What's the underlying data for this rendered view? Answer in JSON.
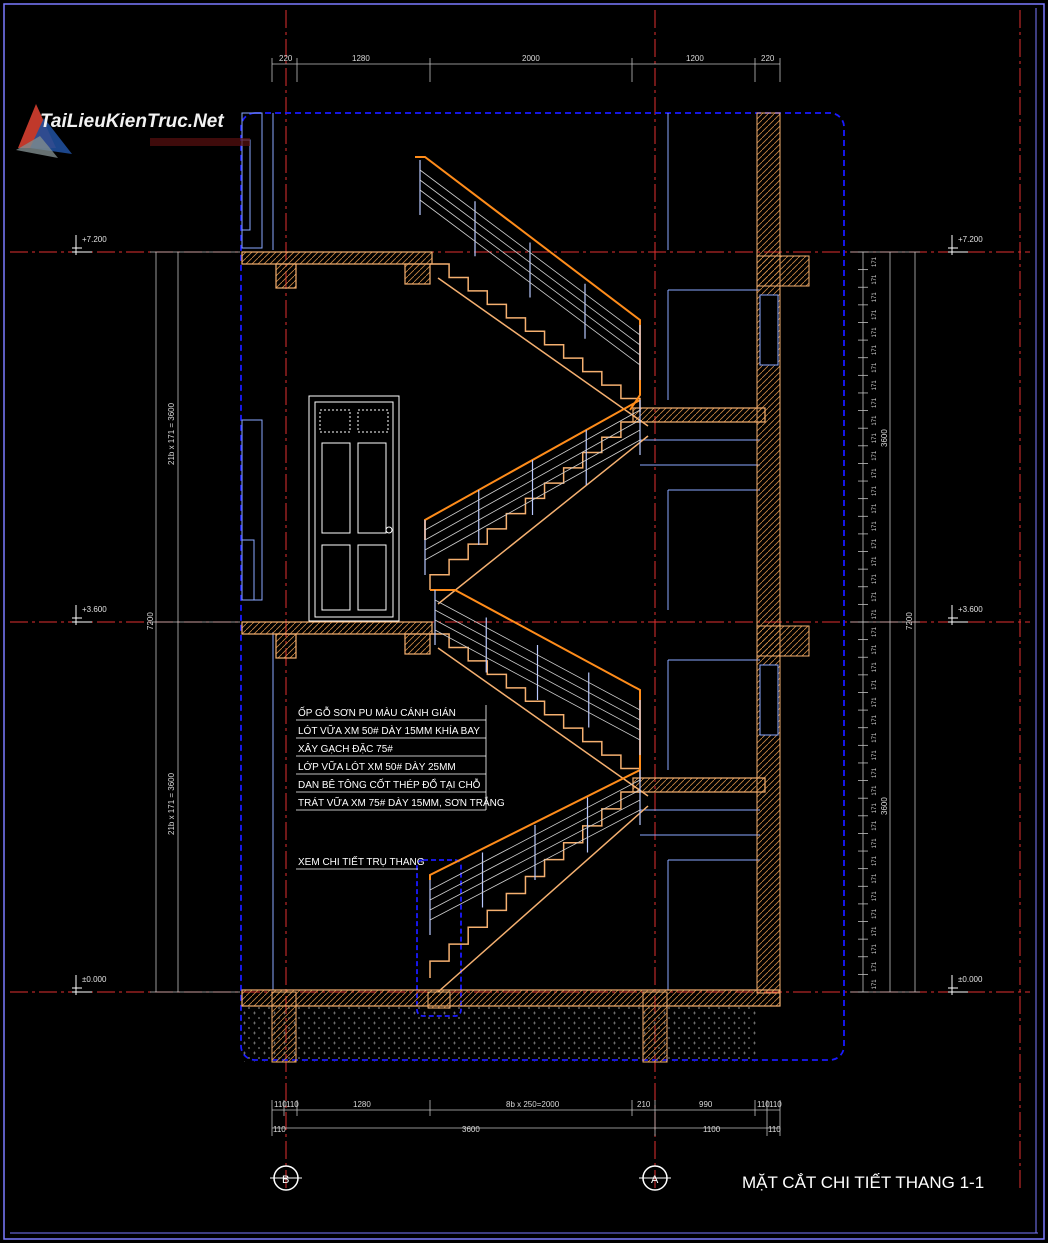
{
  "watermark": {
    "text": "TaiLieuKienTruc.Net",
    "logo": "tlkt-logo"
  },
  "title": "MẶT CẮT CHI TIẾT THANG 1-1",
  "axes": [
    "B",
    "A"
  ],
  "levels": {
    "top": "+7.200",
    "mid": "+3.600",
    "base": "±0.000"
  },
  "top_dims": [
    "220",
    "1280",
    "2000",
    "1200",
    "220"
  ],
  "bottom_dims_row1": [
    "110",
    "110",
    "1280",
    "8b x 250=2000",
    "210",
    "990",
    "110",
    "110"
  ],
  "bottom_dims_row2": [
    "110",
    "3600",
    "1100",
    "110"
  ],
  "left_dims": {
    "upper": "21b x 171 = 3600",
    "total": "7200",
    "lower": "21b x 171 = 3600"
  },
  "right_dims": {
    "upper": "3600",
    "total": "7200",
    "lower": "3600",
    "step": "171"
  },
  "notes": [
    "ỐP GỖ SƠN PU MÀU CÁNH GIÁN",
    "LÓT VỮA XM 50# DÀY 15MM KHÍA BAY",
    "XÂY GẠCH ĐẶC 75#",
    "LỚP VỮA LÓT XM 50# DÀY 25MM",
    "DAN BÊ TÔNG CỐT THÉP ĐỔ TẠI CHỖ",
    "TRÁT VỮA XM 75# DÀY 15MM, SƠN TRẮNG"
  ],
  "detail_note": "XEM CHI TIẾT TRỤ THANG",
  "colors": {
    "background": "#000000",
    "stair": "#f5b070",
    "handrail": "#ff8c1a",
    "grid": "#e03030",
    "section_box": "#1a1aff",
    "dimension": "#c0c0c0",
    "wall": "#8aa8ff"
  }
}
